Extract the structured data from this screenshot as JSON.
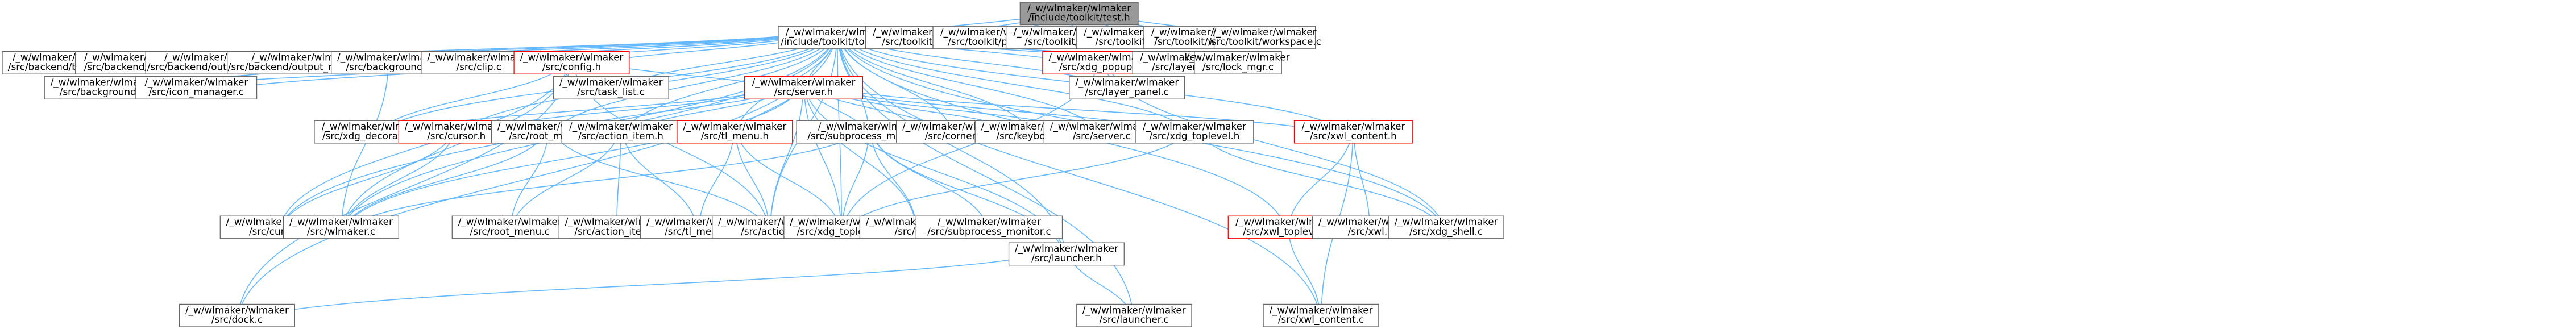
{
  "colors": {
    "edge": "#63b8ff",
    "root_fill": "#999999",
    "node_fill": "#ffffff",
    "node_border": "#666666",
    "highlight_border": "#ff0000",
    "text": "#000000"
  },
  "nodes": {
    "test_h": [
      "/_w/wlmaker/wlmaker",
      "/include/toolkit/test.h"
    ],
    "toolkit_h": [
      "/_w/wlmaker/wlmaker",
      "/include/toolkit/toolkit.h"
    ],
    "toolkit_layer": [
      "/_w/wlmaker/wlmaker",
      "/src/toolkit/layer.c"
    ],
    "toolkit_panel": [
      "/_w/wlmaker/wlmaker",
      "/src/toolkit/panel.c"
    ],
    "toolkit_root": [
      "/_w/wlmaker/wlmaker",
      "/src/toolkit/root.c"
    ],
    "toolkit_test": [
      "/_w/wlmaker/wlmaker",
      "/src/toolkit/test.c"
    ],
    "toolkit_window": [
      "/_w/wlmaker/wlmaker",
      "/src/toolkit/window.c"
    ],
    "toolkit_workspace": [
      "/_w/wlmaker/wlmaker",
      "/src/toolkit/workspace.c"
    ],
    "backend_backend": [
      "/_w/wlmaker/wlmaker",
      "/src/backend/backend.c"
    ],
    "backend_output": [
      "/_w/wlmaker/wlmaker",
      "/src/backend/output.c"
    ],
    "backend_output_config": [
      "/_w/wlmaker/wlmaker",
      "/src/backend/output_config.c"
    ],
    "backend_output_manager": [
      "/_w/wlmaker/wlmaker",
      "/src/backend/output_manager.c"
    ],
    "background_h": [
      "/_w/wlmaker/wlmaker",
      "/src/background.h"
    ],
    "clip_c": [
      "/_w/wlmaker/wlmaker",
      "/src/clip.c"
    ],
    "config_h": [
      "/_w/wlmaker/wlmaker",
      "/src/config.h"
    ],
    "xdg_popup_h": [
      "/_w/wlmaker/wlmaker",
      "/src/xdg_popup.h"
    ],
    "layer_shell_c": [
      "/_w/wlmaker/wlmaker",
      "/src/layer_shell.c"
    ],
    "lock_mgr_c": [
      "/_w/wlmaker/wlmaker",
      "/src/lock_mgr.c"
    ],
    "background_c": [
      "/_w/wlmaker/wlmaker",
      "/src/background.c"
    ],
    "icon_manager_c": [
      "/_w/wlmaker/wlmaker",
      "/src/icon_manager.c"
    ],
    "task_list_c": [
      "/_w/wlmaker/wlmaker",
      "/src/task_list.c"
    ],
    "server_h": [
      "/_w/wlmaker/wlmaker",
      "/src/server.h"
    ],
    "layer_panel_c": [
      "/_w/wlmaker/wlmaker",
      "/src/layer_panel.c"
    ],
    "xdg_decoration_c": [
      "/_w/wlmaker/wlmaker",
      "/src/xdg_decoration.c"
    ],
    "cursor_h": [
      "/_w/wlmaker/wlmaker",
      "/src/cursor.h"
    ],
    "root_menu_h": [
      "/_w/wlmaker/wlmaker",
      "/src/root_menu.h"
    ],
    "action_item_h": [
      "/_w/wlmaker/wlmaker",
      "/src/action_item.h"
    ],
    "tl_menu_h": [
      "/_w/wlmaker/wlmaker",
      "/src/tl_menu.h"
    ],
    "subprocess_monitor_h": [
      "/_w/wlmaker/wlmaker",
      "/src/subprocess_monitor.h"
    ],
    "corner_c": [
      "/_w/wlmaker/wlmaker",
      "/src/corner.c"
    ],
    "keyboard_c": [
      "/_w/wlmaker/wlmaker",
      "/src/keyboard.c"
    ],
    "server_c": [
      "/_w/wlmaker/wlmaker",
      "/src/server.c"
    ],
    "xdg_toplevel_h": [
      "/_w/wlmaker/wlmaker",
      "/src/xdg_toplevel.h"
    ],
    "xwl_content_h": [
      "/_w/wlmaker/wlmaker",
      "/src/xwl_content.h"
    ],
    "cursor_c": [
      "/_w/wlmaker/wlmaker",
      "/src/cursor.c"
    ],
    "wlmaker_c": [
      "/_w/wlmaker/wlmaker",
      "/src/wlmaker.c"
    ],
    "root_menu_c": [
      "/_w/wlmaker/wlmaker",
      "/src/root_menu.c"
    ],
    "action_item_c": [
      "/_w/wlmaker/wlmaker",
      "/src/action_item.c"
    ],
    "tl_menu_c": [
      "/_w/wlmaker/wlmaker",
      "/src/tl_menu.c"
    ],
    "action_c": [
      "/_w/wlmaker/wlmaker",
      "/src/action.c"
    ],
    "xdg_toplevel_c": [
      "/_w/wlmaker/wlmaker",
      "/src/xdg_toplevel.c"
    ],
    "idle_c": [
      "/_w/wlmaker/wlmaker",
      "/src/idle.c"
    ],
    "subprocess_monitor_c": [
      "/_w/wlmaker/wlmaker",
      "/src/subprocess_monitor.c"
    ],
    "xwl_toplevel_h": [
      "/_w/wlmaker/wlmaker",
      "/src/xwl_toplevel.h"
    ],
    "xwl_c": [
      "/_w/wlmaker/wlmaker",
      "/src/xwl.c"
    ],
    "xdg_shell_c": [
      "/_w/wlmaker/wlmaker",
      "/src/xdg_shell.c"
    ],
    "launcher_h": [
      "/_w/wlmaker/wlmaker",
      "/src/launcher.h"
    ],
    "dock_c": [
      "/_w/wlmaker/wlmaker",
      "/src/dock.c"
    ],
    "launcher_c": [
      "/_w/wlmaker/wlmaker",
      "/src/launcher.c"
    ],
    "xwl_content_c": [
      "/_w/wlmaker/wlmaker",
      "/src/xwl_content.c"
    ]
  }
}
